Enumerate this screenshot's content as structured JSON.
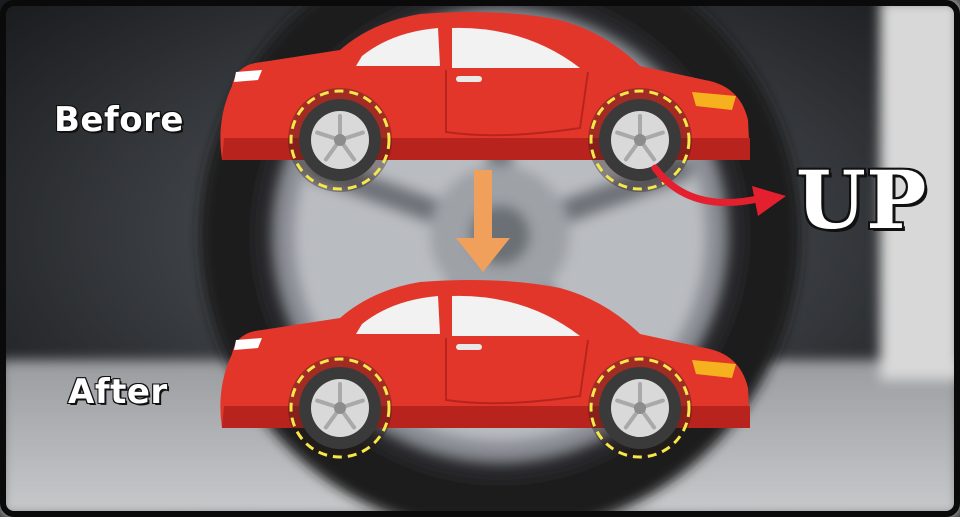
{
  "labels": {
    "before": "Before",
    "after": "After",
    "up": "UP"
  },
  "colors": {
    "car_body": "#e2362b",
    "car_shadow": "#b8241d",
    "window": "#f2f2f2",
    "tire": "#3a3a3a",
    "rim": "#d9d9d9",
    "dashed_circle": "#f5e84a",
    "down_arrow": "#f0a05a",
    "up_arrow": "#e5202e",
    "headlight": "#f6b21e"
  },
  "icons": {
    "down_arrow": "down-arrow-icon",
    "curved_arrow": "curved-arrow-icon"
  }
}
